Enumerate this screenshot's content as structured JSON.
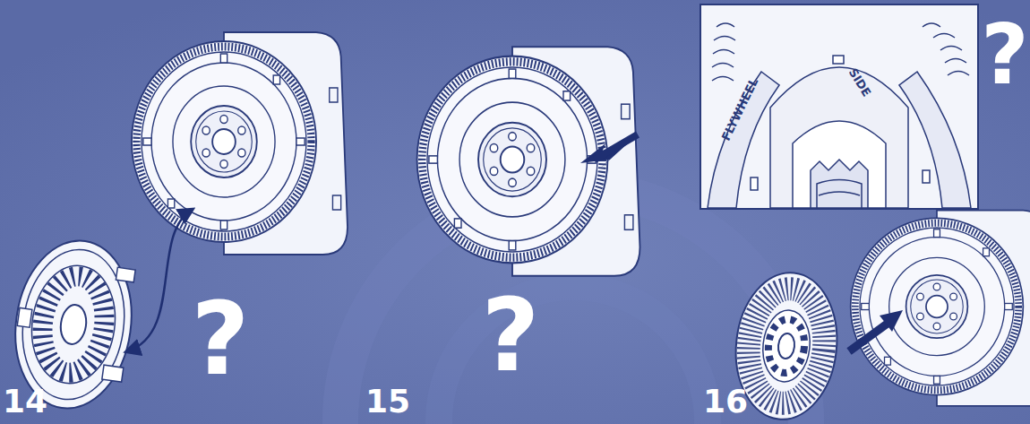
{
  "diagram": {
    "labels": [
      "?",
      "14",
      "?",
      "15",
      "FLYWHEEL",
      "SIDE",
      "?",
      "16"
    ]
  }
}
